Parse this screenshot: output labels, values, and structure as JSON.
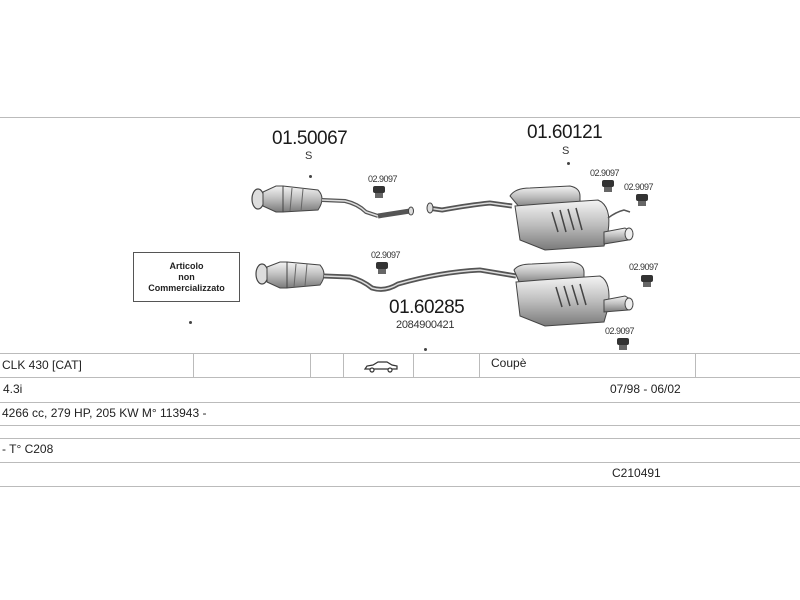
{
  "parts": {
    "front_center": {
      "number": "01.50067",
      "suffix": "S"
    },
    "rear_upper": {
      "number": "01.60121",
      "suffix": "S"
    },
    "rear_lower": {
      "number": "01.60285",
      "oem": "2084900421"
    }
  },
  "clamps": {
    "c1": "02.9097",
    "c2": "02.9097",
    "c3": "02.9097",
    "c4": "02.9097",
    "c5": "02.9097",
    "c6": "02.9097"
  },
  "notice": {
    "line1": "Articolo",
    "line2": "non",
    "line3": "Commercializzato"
  },
  "table": {
    "row1": {
      "model": "CLK 430  [CAT]",
      "body": "Coupè"
    },
    "row2": {
      "engine": "4.3i",
      "years": "07/98 - 06/02"
    },
    "row3": {
      "specs": "4266 cc, 279 HP, 205 KW M° 113943 -"
    },
    "row4": {
      "type": "- T° C208"
    },
    "row5": {
      "code": "C210491"
    }
  },
  "icons": {
    "car": "car-coupe-icon"
  },
  "colors": {
    "line": "#bbbbbb",
    "part": "#555555"
  }
}
